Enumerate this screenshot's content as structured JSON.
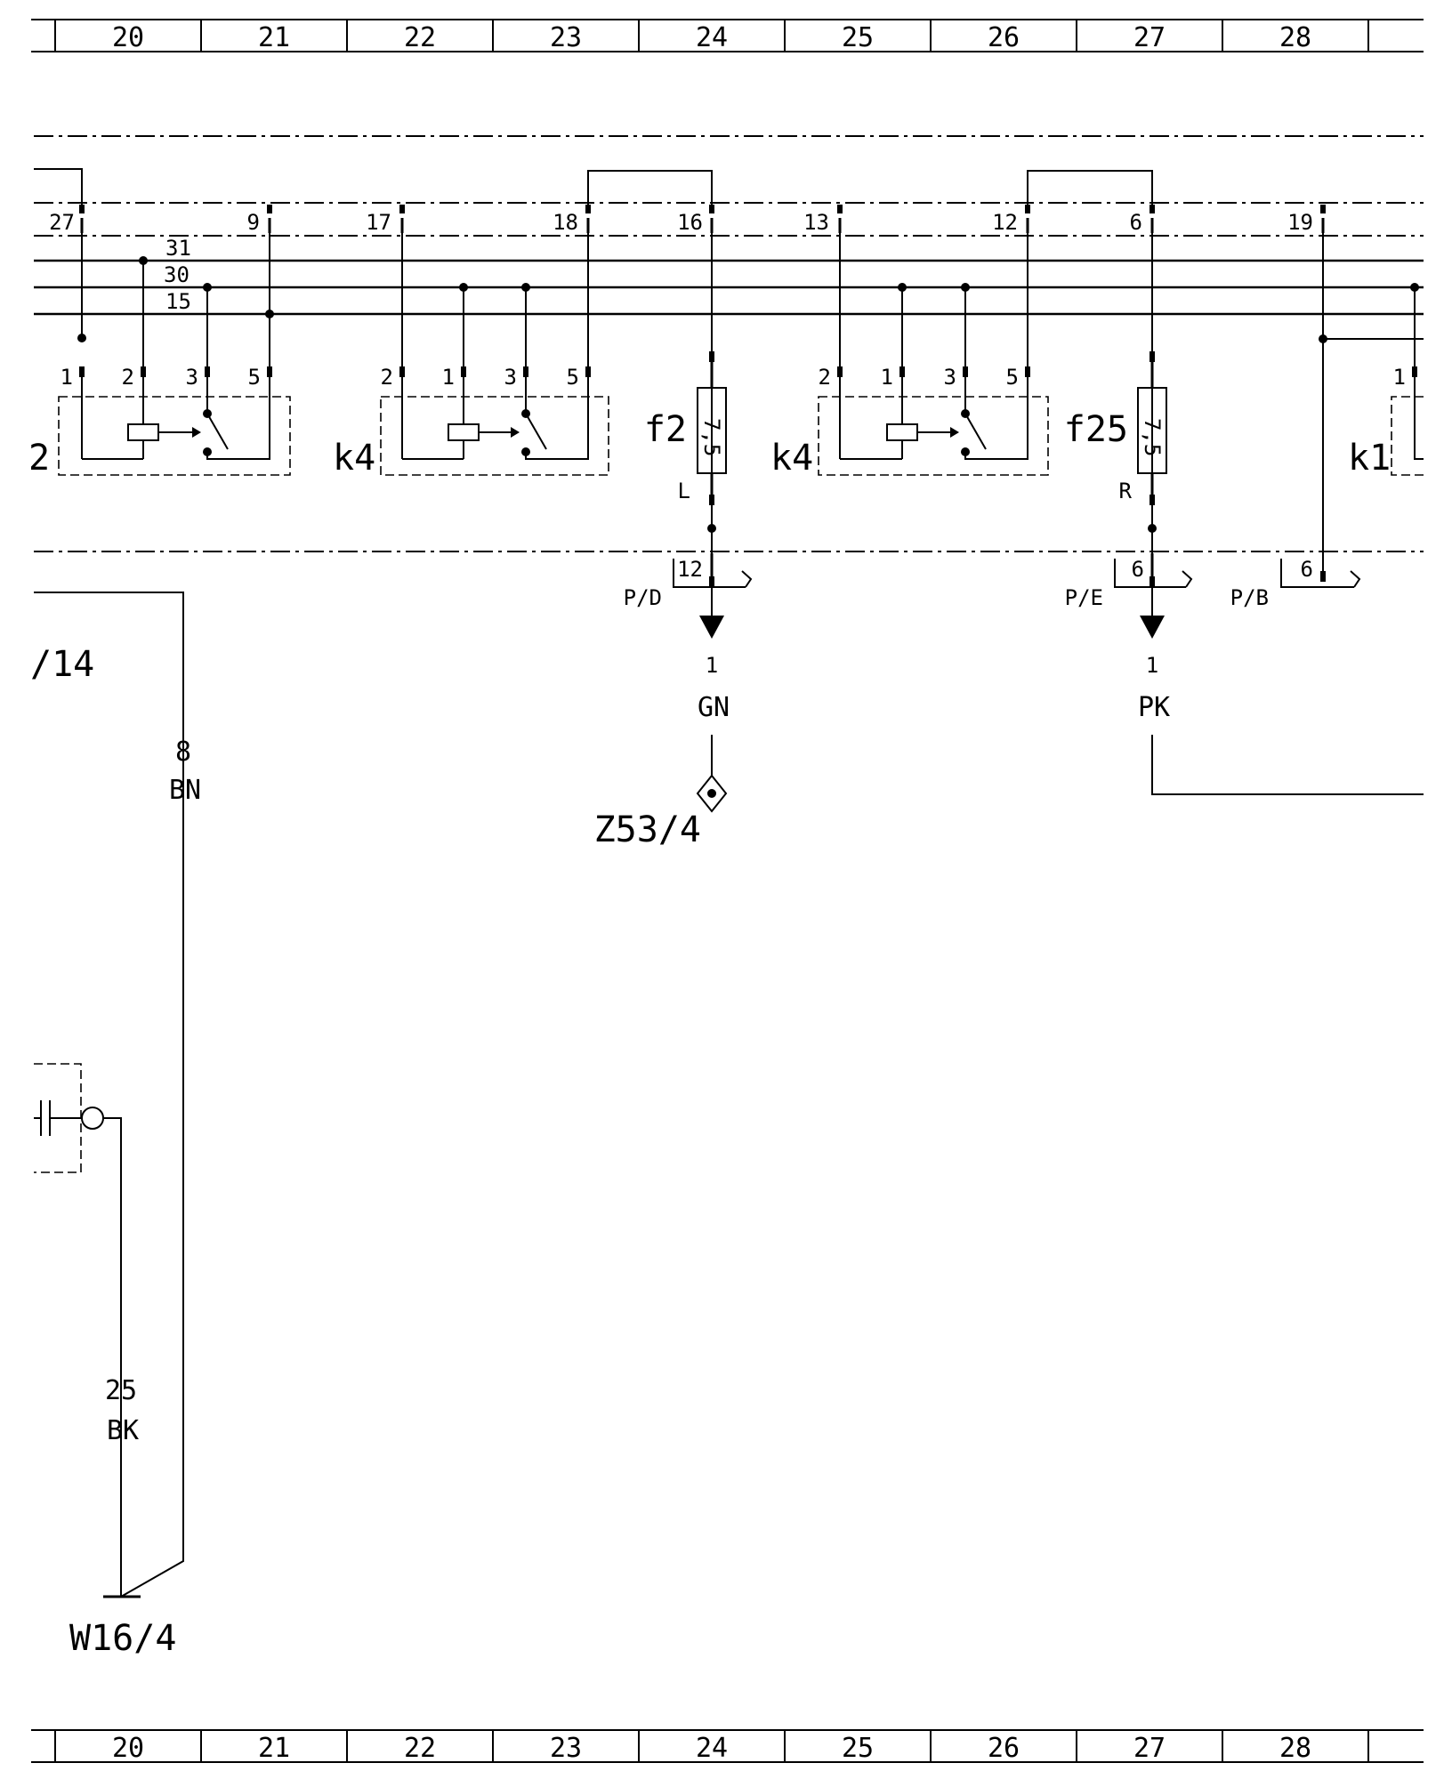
{
  "ruler": [
    "20",
    "21",
    "22",
    "23",
    "24",
    "25",
    "26",
    "27",
    "28"
  ],
  "bus_labels": [
    "31",
    "30",
    "15"
  ],
  "connector_pins_top": [
    "27",
    "9",
    "17",
    "18",
    "16",
    "13",
    "12",
    "6",
    "19"
  ],
  "relays": [
    {
      "label": "2",
      "pins": [
        "1",
        "2",
        "3",
        "5"
      ]
    },
    {
      "label": "k4",
      "pins": [
        "2",
        "1",
        "3",
        "5"
      ]
    },
    {
      "label": "k4",
      "pins": [
        "2",
        "1",
        "3",
        "5"
      ]
    },
    {
      "label": "k1",
      "pins": [
        "1"
      ]
    }
  ],
  "fuses": [
    {
      "label": "f2",
      "rating": "7,5",
      "side": "L",
      "connector": "P/D",
      "pin": "12",
      "wire_no": "1",
      "color": "GN",
      "destination": "Z53/4"
    },
    {
      "label": "f25",
      "rating": "7,5",
      "side": "R",
      "connector": "P/E",
      "pin": "6",
      "wire_no": "1",
      "color": "PK"
    }
  ],
  "connector_pb": {
    "label": "P/B",
    "pin": "6"
  },
  "left_wires": {
    "ref": "/14",
    "wire_bn": {
      "no": "8",
      "color": "BN"
    },
    "wire_bk": {
      "no": "25",
      "color": "BK"
    },
    "ground": "W16/4"
  }
}
